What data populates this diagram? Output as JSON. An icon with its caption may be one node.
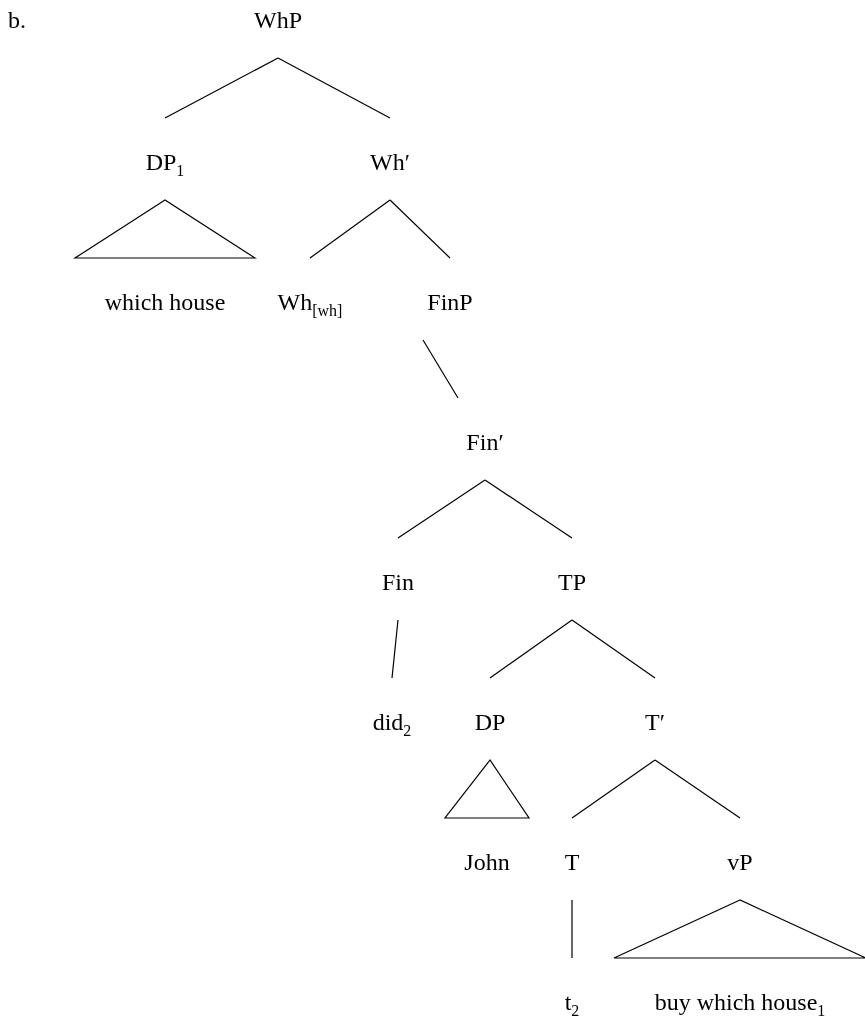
{
  "diagram": {
    "nodes": [
      {
        "text": [
          "WhP"
        ]
      },
      {
        "text": [
          "DP$_{1}$"
        ]
      },
      {
        "text": [
          "Wh′"
        ]
      },
      {
        "text": [
          "which house"
        ]
      },
      {
        "text": [
          "Wh$_{[wh]}$"
        ]
      },
      {
        "text": [
          "FinP"
        ]
      },
      {
        "text": [
          "Fin′"
        ]
      },
      {
        "text": [
          "Fin"
        ]
      },
      {
        "text": [
          "TP"
        ]
      },
      {
        "text": [
          "did$_{2}$"
        ]
      },
      {
        "text": [
          "DP"
        ]
      },
      {
        "text": [
          "T′"
        ]
      },
      {
        "text": [
          "John"
        ]
      },
      {
        "text": [
          "T"
        ]
      },
      {
        "text": [
          "vP"
        ]
      },
      {
        "text": [
          "t$_{2}$"
        ]
      },
      {
        "text": [
          "buy which house$_{1}$"
        ]
      }
    ],
    "edges": [
      {
        "from": 0,
        "to": 1,
        "arrow": "none"
      },
      {
        "from": 0,
        "to": 2,
        "arrow": "none"
      },
      {
        "from": 1,
        "to": 3,
        "arrow": "none"
      },
      {
        "from": 2,
        "to": 4,
        "arrow": "none"
      },
      {
        "from": 2,
        "to": 5,
        "arrow": "none"
      },
      {
        "from": 5,
        "to": 6,
        "arrow": "none"
      },
      {
        "from": 6,
        "to": 7,
        "arrow": "none"
      },
      {
        "from": 6,
        "to": 8,
        "arrow": "none"
      },
      {
        "from": 7,
        "to": 9,
        "arrow": "none"
      },
      {
        "from": 8,
        "to": 10,
        "arrow": "none"
      },
      {
        "from": 8,
        "to": 11,
        "arrow": "none"
      },
      {
        "from": 10,
        "to": 12,
        "arrow": "none"
      },
      {
        "from": 11,
        "to": 13,
        "arrow": "none"
      },
      {
        "from": 11,
        "to": 14,
        "arrow": "none"
      },
      {
        "from": 13,
        "to": 15,
        "arrow": "none"
      },
      {
        "from": 14,
        "to": 16,
        "arrow": "none"
      }
    ],
    "labels": [
      "b."
    ]
  }
}
